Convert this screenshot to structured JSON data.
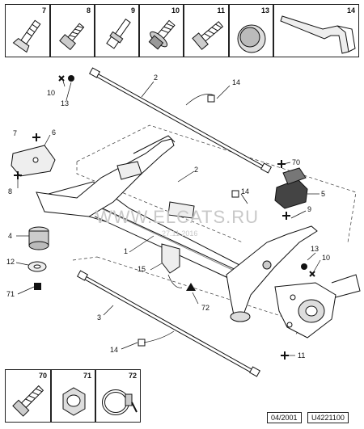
{
  "top_boxes": [
    {
      "num": "7"
    },
    {
      "num": "8"
    },
    {
      "num": "9"
    },
    {
      "num": "10"
    },
    {
      "num": "11"
    },
    {
      "num": "13"
    },
    {
      "num": "14"
    }
  ],
  "bottom_boxes": [
    {
      "num": "70"
    },
    {
      "num": "71"
    },
    {
      "num": "72"
    }
  ],
  "callouts": {
    "c2a": "2",
    "c14a": "14",
    "c10a": "10",
    "c13a": "13",
    "c7": "7",
    "c6": "6",
    "c8": "8",
    "c4": "4",
    "c12": "12",
    "c71": "71",
    "c70": "70",
    "c5": "5",
    "c2b": "2",
    "c14b": "14",
    "c9": "9",
    "c1": "1",
    "c15": "15",
    "c13b": "13",
    "c10b": "10",
    "c72": "72",
    "c3": "3",
    "c14c": "14",
    "c11": "11"
  },
  "watermark": {
    "text": "WWW.ELCATS.RU",
    "date": "27.11.2016"
  },
  "footer": {
    "date": "04/2001",
    "code": "U4221100"
  }
}
